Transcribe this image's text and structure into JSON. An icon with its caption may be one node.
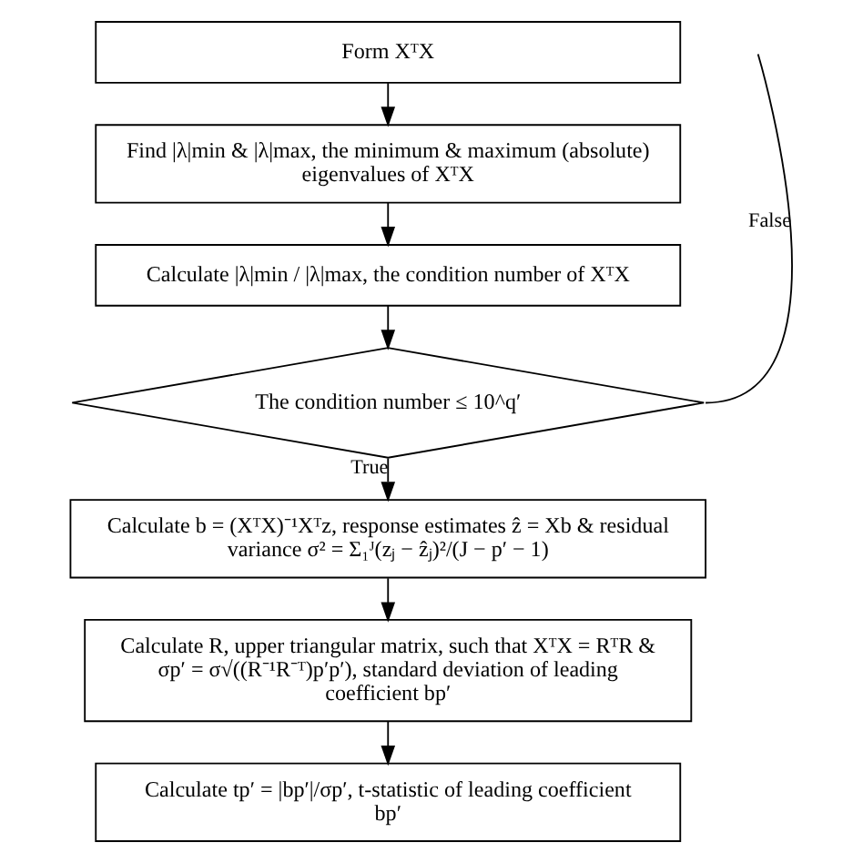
{
  "diagram": {
    "nodes": [
      {
        "text": [
          "Form XᵀX"
        ]
      },
      {
        "text": [
          "Find |λ|min & |λ|max, the minimum & maximum (absolute) eigenvalues of XᵀX"
        ]
      },
      {
        "text": [
          "Calculate |λ|min / |λ|max, the condition number of XᵀX"
        ]
      },
      {
        "text": [
          "The condition number ≤ 10^q′"
        ]
      },
      {
        "text": [
          "Calculate b = (XᵀX)⁻¹Xᵀz, response estimates ẑ = Xb & residual variance σ² = Σ₁ᴶ(zⱼ − ẑⱼ)²/(J − p′ − 1)"
        ]
      },
      {
        "text": [
          "Calculate R, upper triangular matrix, such that XᵀX = RᵀR & σp′ = σ√((R⁻¹R⁻ᵀ)p′p′), standard deviation of leading coefficient bp′"
        ]
      },
      {
        "text": [
          "Calculate tp′ = |bp′|/σp′, t-statistic of leading coefficient bp′"
        ]
      }
    ],
    "edges": [
      {
        "from": 0,
        "to": 1,
        "arrow": "to"
      },
      {
        "from": 1,
        "to": 2,
        "arrow": "to"
      },
      {
        "from": 2,
        "to": 3,
        "arrow": "to"
      },
      {
        "from": 3,
        "to": 4,
        "arrow": "to",
        "label": "True"
      },
      {
        "from": 4,
        "to": 5,
        "arrow": "to"
      },
      {
        "from": 5,
        "to": 6,
        "arrow": "to"
      },
      {
        "from": 3,
        "to": null,
        "arrow": "none",
        "label": "False"
      }
    ]
  }
}
